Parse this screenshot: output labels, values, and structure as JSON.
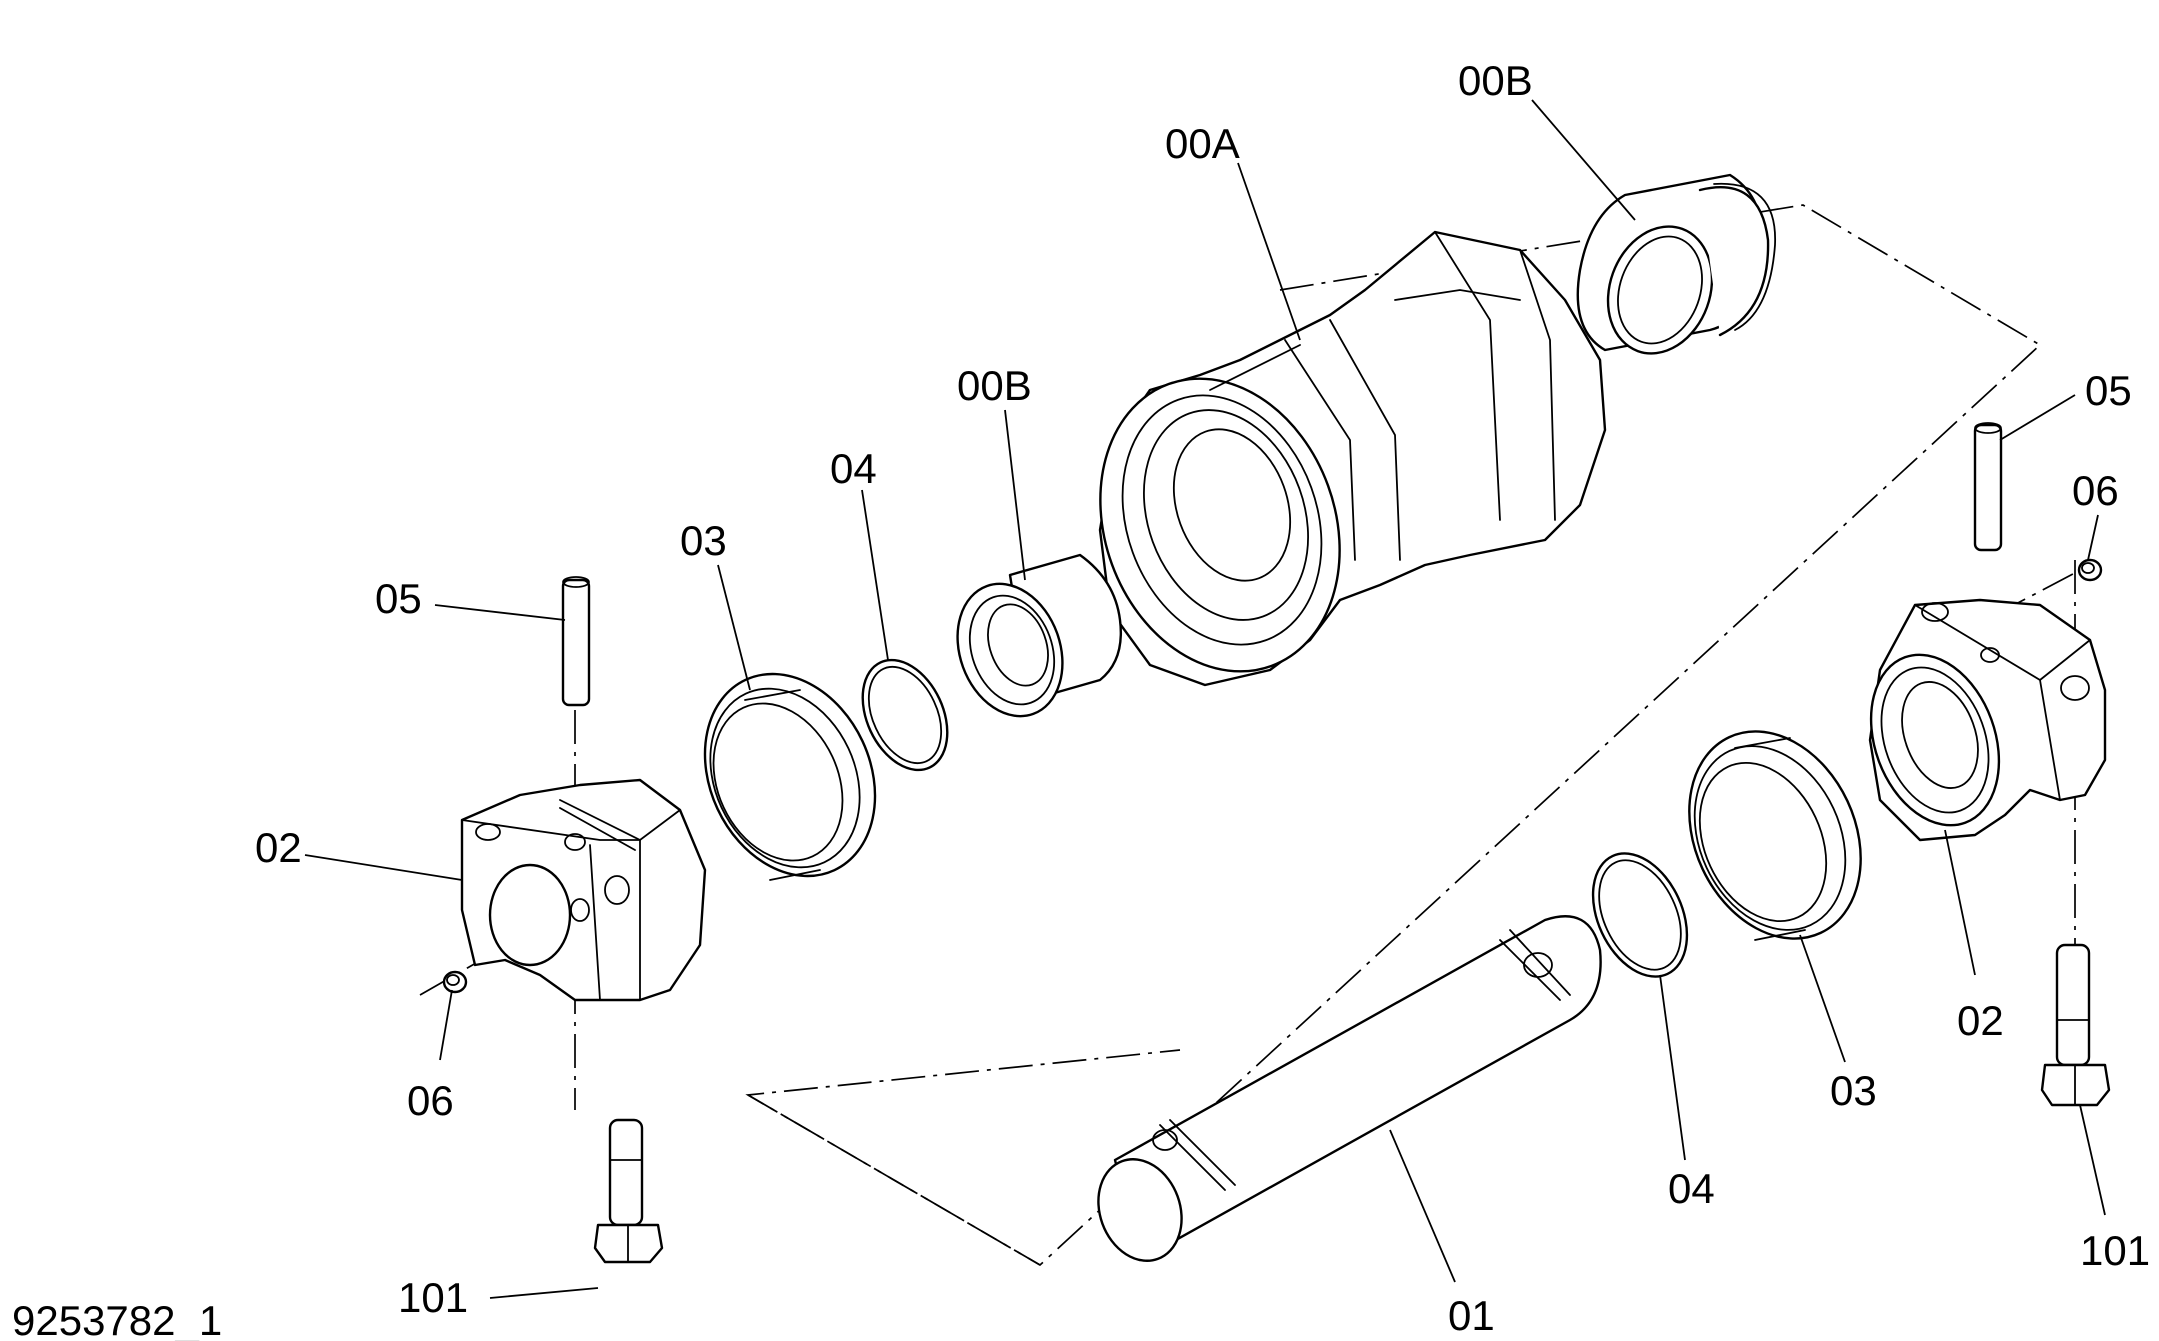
{
  "drawing_number": "9253782_1",
  "labels": {
    "bushing_top": "00B",
    "roller_body": "00A",
    "bushing_left": "00B",
    "pin_right": "05",
    "plug_right": "06",
    "oring_left": "04",
    "seal_left": "03",
    "pin_left": "05",
    "collar_left": "02",
    "plug_left": "06",
    "bolt_left": "101",
    "shaft": "01",
    "oring_right": "04",
    "seal_right": "03",
    "collar_right": "02",
    "bolt_right": "101"
  }
}
